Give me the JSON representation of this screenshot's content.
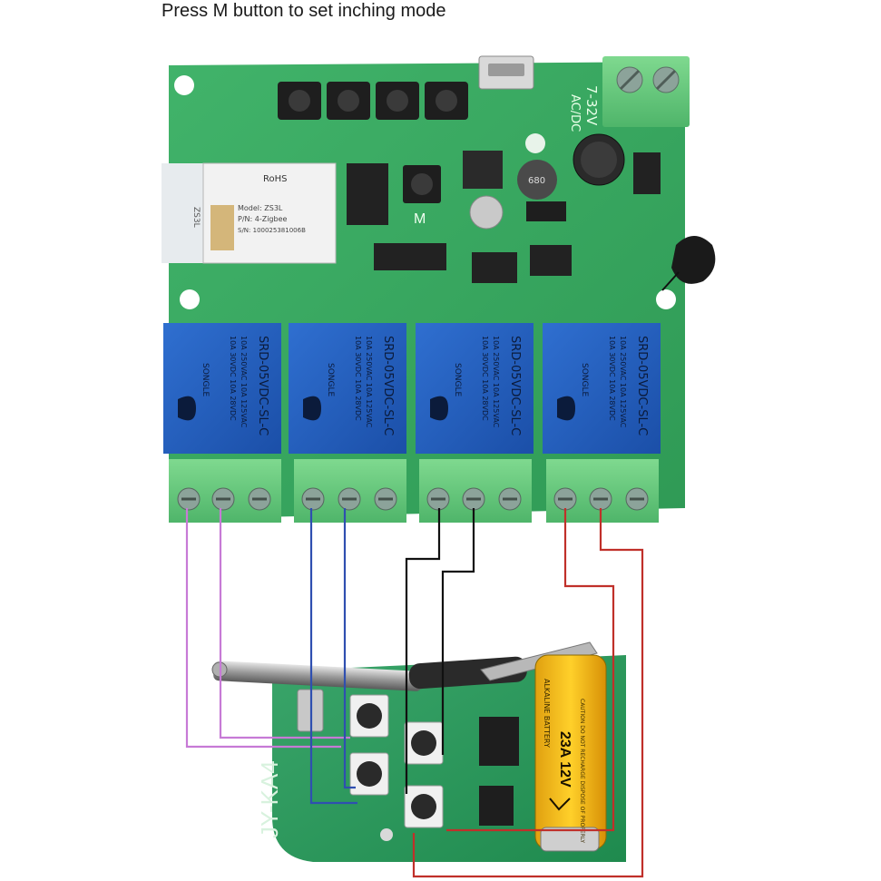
{
  "caption": "Press M button to set inching mode",
  "board": {
    "voltage_label": "7-32V",
    "acdc_label": "AC/DC",
    "m_button_label": "M",
    "module": {
      "rohs": "RoHS",
      "model": "Model: ZS3L",
      "pn": "P/N: 4-Zigbee",
      "sn": "S/N: 100025381006B",
      "side_label": "ZS3L"
    },
    "inductor_label": "680",
    "relays": [
      {
        "brand": "SONGLE",
        "model": "SRD-05VDC-SL-C",
        "rating1": "10A 250VAC 10A 125VAC",
        "rating2": "10A 30VDC 10A 28VDC"
      },
      {
        "brand": "SONGLE",
        "model": "SRD-05VDC-SL-C",
        "rating1": "10A 250VAC 10A 125VAC",
        "rating2": "10A 30VDC 10A 28VDC"
      },
      {
        "brand": "SONGLE",
        "model": "SRD-05VDC-SL-C",
        "rating1": "10A 250VAC 10A 125VAC",
        "rating2": "10A 30VDC 10A 28VDC"
      },
      {
        "brand": "SONGLE",
        "model": "SRD-05VDC-SL-C",
        "rating1": "10A 250VAC 10A 125VAC",
        "rating2": "10A 30VDC 10A 28VDC"
      }
    ]
  },
  "remote": {
    "model_label": "JY-KA4",
    "battery": {
      "type": "ALKALINE BATTERY",
      "spec": "23A 12V",
      "warning": "CAUTION DO NOT RECHARGE DISPOSE OF PROPERLY"
    }
  },
  "wire_colors": {
    "relay1": "#c77ad6",
    "relay2": "#2f4fb0",
    "relay3": "#111111",
    "relay4": "#c0302a"
  }
}
